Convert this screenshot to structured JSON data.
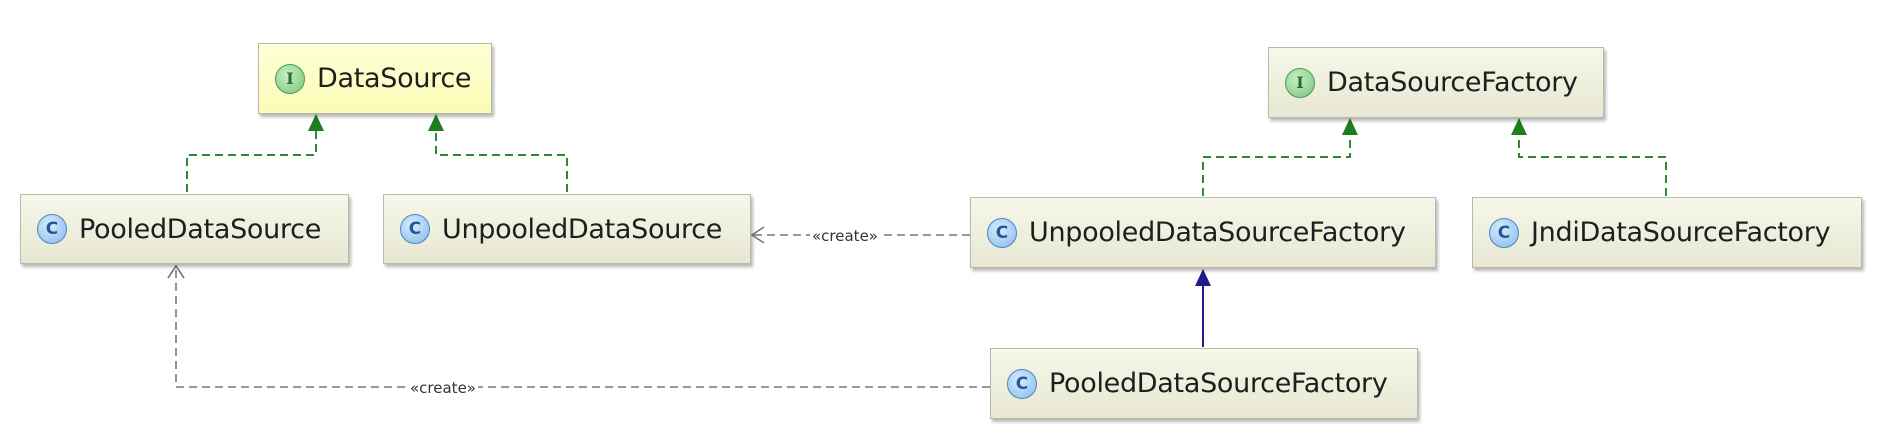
{
  "diagram": {
    "nodes": [
      {
        "id": "DataSource",
        "kind": "interface",
        "badge": "I",
        "label": "DataSource"
      },
      {
        "id": "DataSourceFactory",
        "kind": "interface",
        "badge": "I",
        "label": "DataSourceFactory"
      },
      {
        "id": "PooledDataSource",
        "kind": "class",
        "badge": "C",
        "label": "PooledDataSource"
      },
      {
        "id": "UnpooledDataSource",
        "kind": "class",
        "badge": "C",
        "label": "UnpooledDataSource"
      },
      {
        "id": "UnpooledDataSourceFactory",
        "kind": "class",
        "badge": "C",
        "label": "UnpooledDataSourceFactory"
      },
      {
        "id": "JndiDataSourceFactory",
        "kind": "class",
        "badge": "C",
        "label": "JndiDataSourceFactory"
      },
      {
        "id": "PooledDataSourceFactory",
        "kind": "class",
        "badge": "C",
        "label": "PooledDataSourceFactory"
      }
    ],
    "edges": [
      {
        "from": "PooledDataSource",
        "to": "DataSource",
        "type": "implements"
      },
      {
        "from": "UnpooledDataSource",
        "to": "DataSource",
        "type": "implements"
      },
      {
        "from": "UnpooledDataSourceFactory",
        "to": "DataSourceFactory",
        "type": "implements"
      },
      {
        "from": "JndiDataSourceFactory",
        "to": "DataSourceFactory",
        "type": "implements"
      },
      {
        "from": "PooledDataSourceFactory",
        "to": "UnpooledDataSourceFactory",
        "type": "extends"
      },
      {
        "from": "UnpooledDataSourceFactory",
        "to": "UnpooledDataSource",
        "type": "create",
        "label": "«create»"
      },
      {
        "from": "PooledDataSourceFactory",
        "to": "PooledDataSource",
        "type": "create",
        "label": "«create»"
      }
    ],
    "colors": {
      "implements": "#2e8b2e",
      "extends": "#1c1c8c",
      "create": "#777777"
    }
  }
}
